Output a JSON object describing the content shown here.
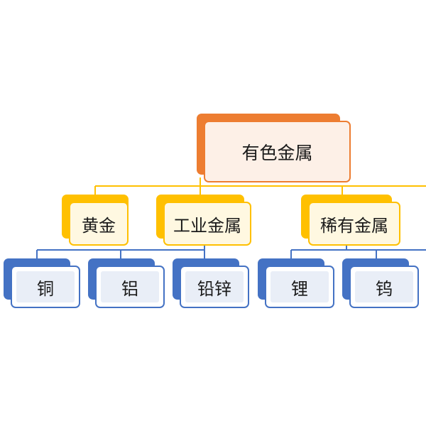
{
  "colors": {
    "root": "#ed7d31",
    "mid": "#ffc000",
    "leaf": "#4472c4"
  },
  "root": {
    "label": "有色金属"
  },
  "mid": [
    {
      "label": "黄金"
    },
    {
      "label": "工业金属"
    },
    {
      "label": "稀有金属"
    }
  ],
  "leaves": [
    {
      "label": "铜",
      "parent": "工业金属"
    },
    {
      "label": "铝",
      "parent": "工业金属"
    },
    {
      "label": "铅锌",
      "parent": "工业金属"
    },
    {
      "label": "锂",
      "parent": "稀有金属"
    },
    {
      "label": "钨",
      "parent": "稀有金属"
    }
  ]
}
